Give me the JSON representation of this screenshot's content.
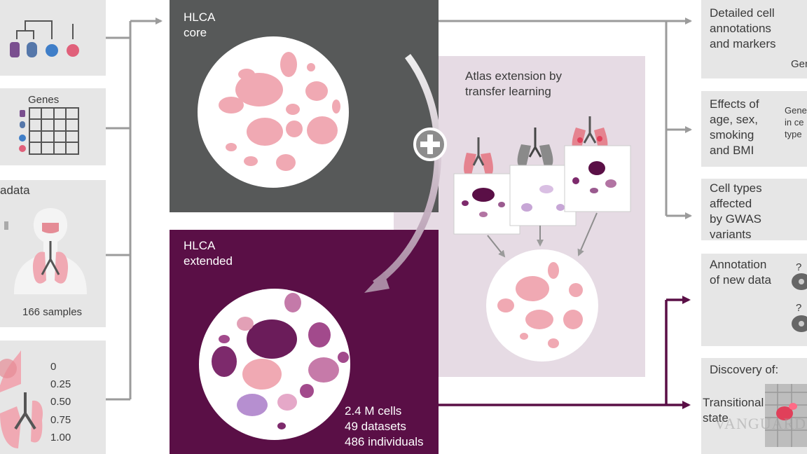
{
  "left": {
    "genes_label": "Genes",
    "metadata_label": "adata",
    "samples_label": "166 samples",
    "scale_ticks": [
      "0",
      "0.25",
      "0.50",
      "0.75",
      "1.00"
    ]
  },
  "core": {
    "title_line1": "HLCA",
    "title_line2": "core"
  },
  "extension": {
    "title_line1": "Atlas extension by",
    "title_line2": "transfer learning"
  },
  "extended": {
    "title_line1": "HLCA",
    "title_line2": "extended",
    "stat_cells": "2.4 M cells",
    "stat_datasets": "49 datasets",
    "stat_individuals": "486 individuals"
  },
  "right": {
    "box1_lines": [
      "Detailed cell",
      "annotations",
      "and markers"
    ],
    "box1_side": "Gen",
    "box2_lines": [
      "Effects of",
      "age, sex,",
      "smoking",
      "and BMI"
    ],
    "box2_side": [
      "Gene",
      "in ce",
      "type"
    ],
    "box3_lines": [
      "Cell types",
      "affected",
      "by GWAS",
      "variants"
    ],
    "box4_lines": [
      "Annotation",
      "of new data"
    ],
    "box4_marks": [
      "?",
      "?"
    ],
    "box5_title": "Discovery of:",
    "box5_lines": [
      "Transitional",
      "state"
    ]
  },
  "watermark": "VANGUARDIA",
  "colors": {
    "core_bg": "#575959",
    "extended_bg": "#5a0f46",
    "extension_bg": "#e6dbe4",
    "panel_gray": "#e6e6e6",
    "arrow_gray": "#9b9b9b",
    "arrow_purple": "#5a0f46",
    "cluster_pink": "#f0a9b3"
  }
}
